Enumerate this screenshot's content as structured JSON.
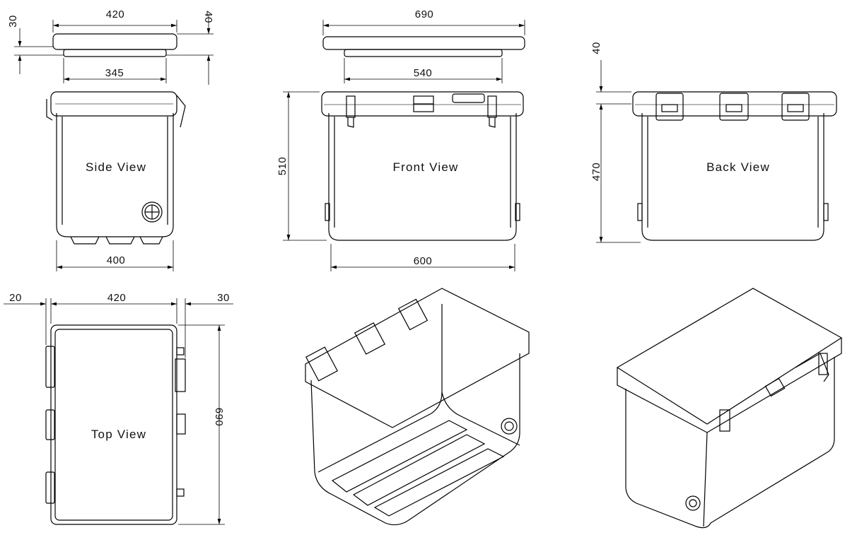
{
  "side_view": {
    "label": "Side View",
    "dims": {
      "lid_width": "420",
      "lid_height": "30",
      "lid_total": "40",
      "lid_inner": "345",
      "body_width": "400"
    }
  },
  "front_view": {
    "label": "Front View",
    "dims": {
      "lid_width": "690",
      "lid_inner": "540",
      "height": "510",
      "body_width": "600"
    }
  },
  "back_view": {
    "label": "Back View",
    "dims": {
      "lid_height": "40",
      "body_height": "470"
    }
  },
  "top_view": {
    "label": "Top View",
    "dims": {
      "left_offset": "20",
      "width": "420",
      "right_offset": "30",
      "length": "690"
    }
  }
}
